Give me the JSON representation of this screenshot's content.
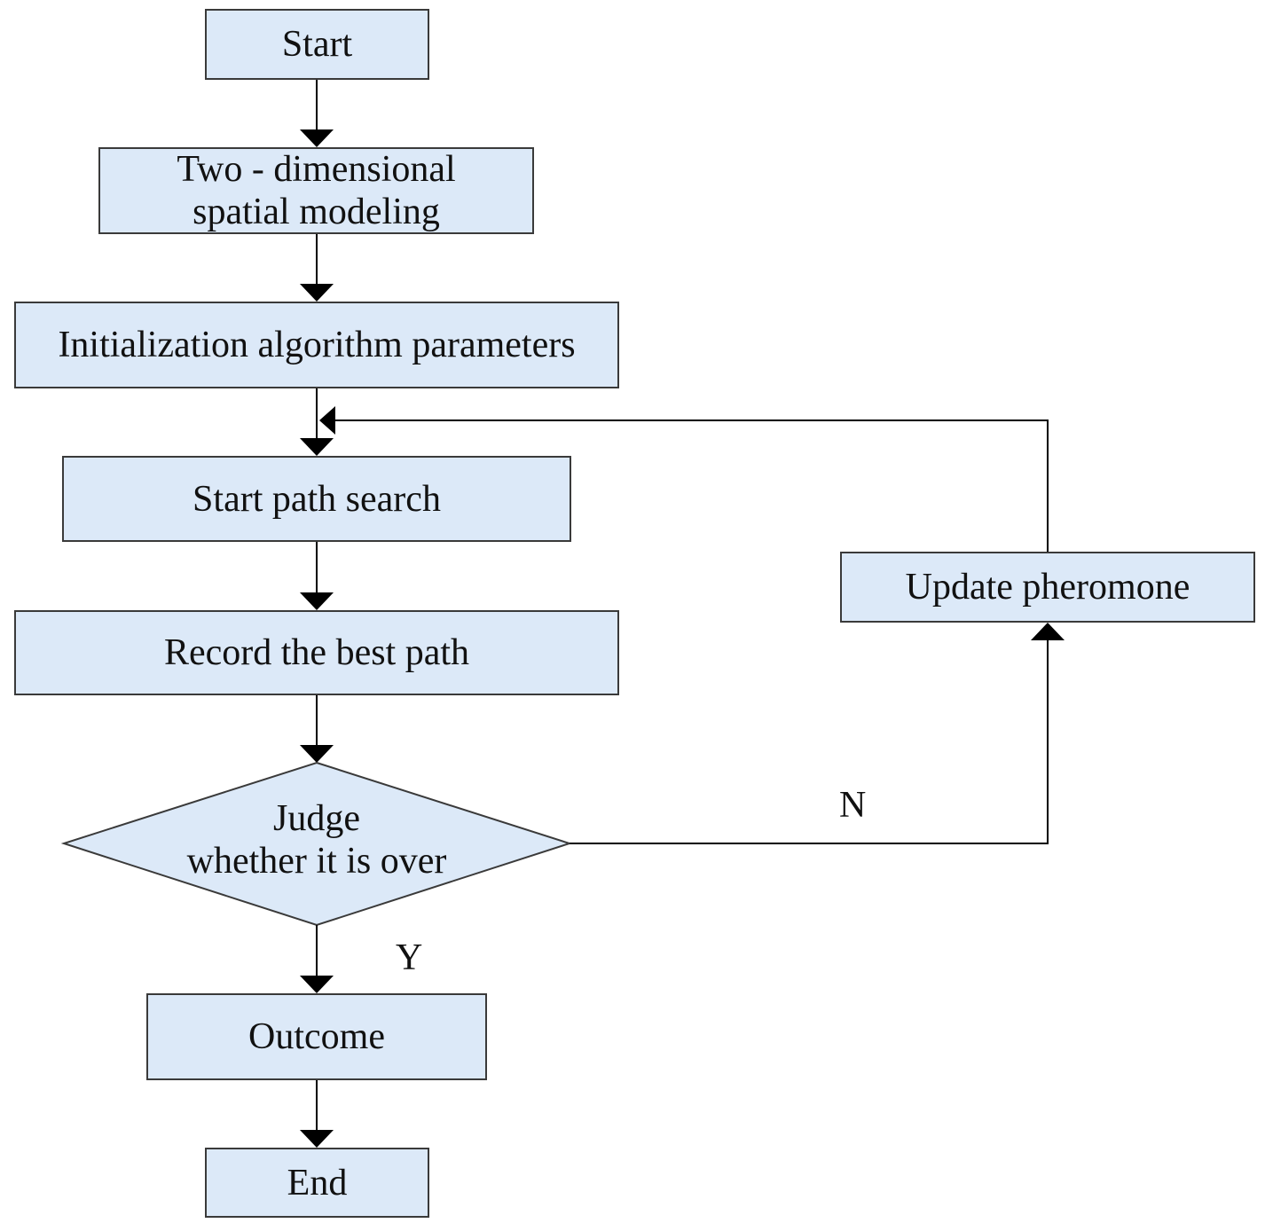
{
  "diagram": {
    "nodes": {
      "start": "Start",
      "spatial_modeling": [
        "Two - dimensional",
        "spatial modeling"
      ],
      "init_params": "Initialization algorithm parameters",
      "path_search": "Start path search",
      "record_best": "Record the best path",
      "judge": [
        "Judge",
        "whether it is over"
      ],
      "outcome": "Outcome",
      "end": "End",
      "update_pheromone": "Update pheromone"
    },
    "edge_labels": {
      "no": "N",
      "yes": "Y"
    },
    "colors": {
      "node_fill": "#dce9f8",
      "stroke": "#3a3a3a",
      "arrow": "#000000"
    }
  }
}
